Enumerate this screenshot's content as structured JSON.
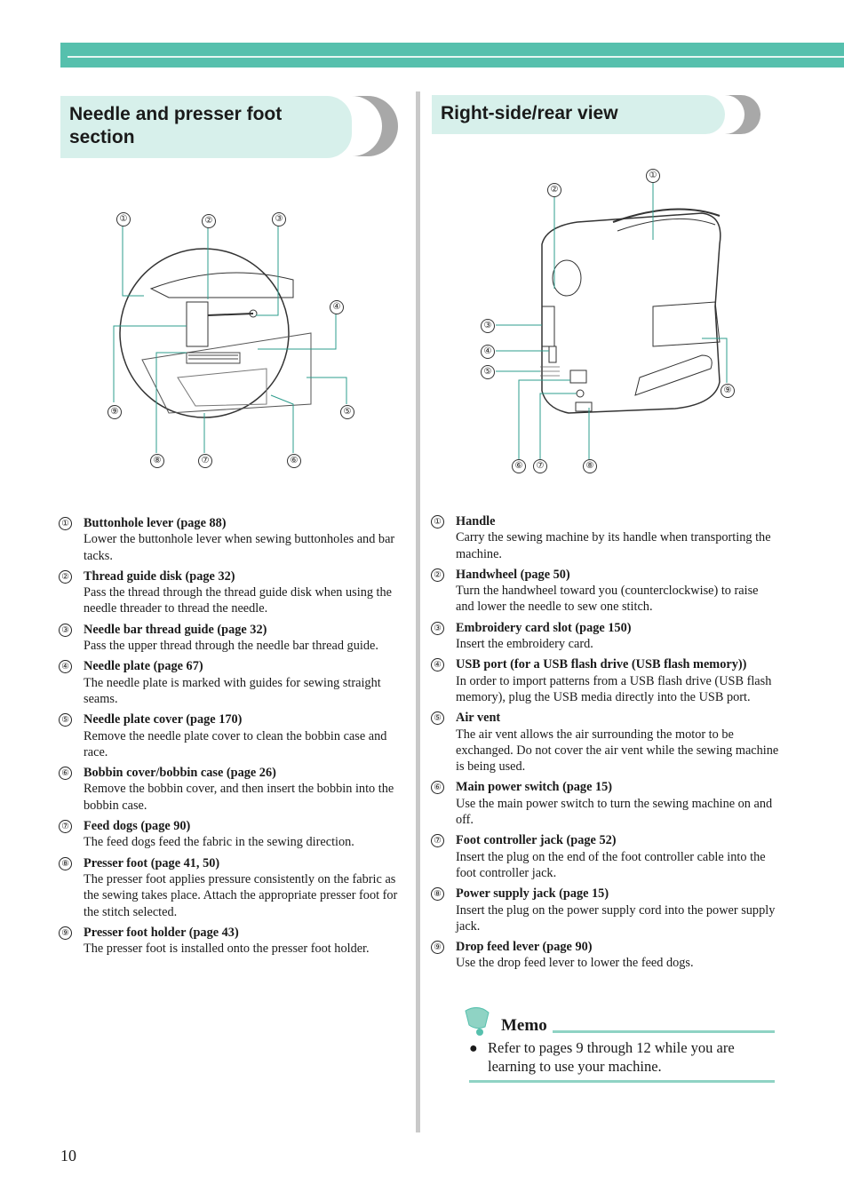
{
  "header_left": {
    "title": "Needle and presser foot section"
  },
  "header_right": {
    "title": "Right-side/rear view"
  },
  "figure_left": {
    "callouts": [
      "①",
      "②",
      "③",
      "④",
      "⑤",
      "⑥",
      "⑦",
      "⑧",
      "⑨"
    ]
  },
  "figure_right": {
    "callouts": [
      "①",
      "②",
      "③",
      "④",
      "⑤",
      "⑥",
      "⑦",
      "⑧",
      "⑨"
    ]
  },
  "left_parts": [
    {
      "num": "①",
      "title": "Buttonhole lever (page 88)",
      "desc": "Lower the buttonhole lever when sewing buttonholes and bar tacks."
    },
    {
      "num": "②",
      "title": "Thread guide disk (page 32)",
      "desc": "Pass the thread through the thread guide disk when using the needle threader to thread the needle."
    },
    {
      "num": "③",
      "title": "Needle bar thread guide (page 32)",
      "desc": "Pass the upper thread through the needle bar thread guide."
    },
    {
      "num": "④",
      "title": "Needle plate (page 67)",
      "desc": "The needle plate is marked with guides for sewing straight seams."
    },
    {
      "num": "⑤",
      "title": "Needle plate cover (page 170)",
      "desc": "Remove the needle plate cover to clean the bobbin case and race."
    },
    {
      "num": "⑥",
      "title": "Bobbin cover/bobbin case (page 26)",
      "desc": "Remove the bobbin cover, and then insert the bobbin into the bobbin case."
    },
    {
      "num": "⑦",
      "title": "Feed dogs (page 90)",
      "desc": "The feed dogs feed the fabric in the sewing direction."
    },
    {
      "num": "⑧",
      "title": "Presser foot (page 41, 50)",
      "desc": "The presser foot applies pressure consistently on the fabric as the sewing takes place. Attach the appropriate presser foot for the stitch selected."
    },
    {
      "num": "⑨",
      "title": "Presser foot holder (page 43)",
      "desc": "The presser foot is installed onto the presser foot holder."
    }
  ],
  "right_parts": [
    {
      "num": "①",
      "title": "Handle",
      "desc": "Carry the sewing machine by its handle when transporting the machine."
    },
    {
      "num": "②",
      "title": "Handwheel (page 50)",
      "desc": "Turn the handwheel toward you (counterclockwise) to raise and lower the needle to sew one stitch."
    },
    {
      "num": "③",
      "title": "Embroidery card slot (page 150)",
      "desc": "Insert the embroidery card."
    },
    {
      "num": "④",
      "title": "USB port (for a USB flash drive (USB flash memory))",
      "desc": "In order to import patterns from a USB flash drive (USB flash memory), plug the USB media directly into the USB port."
    },
    {
      "num": "⑤",
      "title": "Air vent",
      "desc": "The air vent allows the air surrounding the motor to be exchanged. Do not cover the air vent while the sewing machine is being used."
    },
    {
      "num": "⑥",
      "title": "Main power switch (page 15)",
      "desc": "Use the main power switch to turn the sewing machine on and off."
    },
    {
      "num": "⑦",
      "title": "Foot controller jack (page 52)",
      "desc": "Insert the plug on the end of the foot controller cable into the foot controller jack."
    },
    {
      "num": "⑧",
      "title": "Power supply jack (page 15)",
      "desc": "Insert the plug on the power supply cord into the power supply jack."
    },
    {
      "num": "⑨",
      "title": "Drop feed lever (page 90)",
      "desc": "Use the drop feed lever to lower the feed dogs."
    }
  ],
  "memo": {
    "title": "Memo",
    "bullet": "●",
    "text": "Refer to pages 9 through 12 while you are learning to use your machine."
  },
  "page_number": "10"
}
